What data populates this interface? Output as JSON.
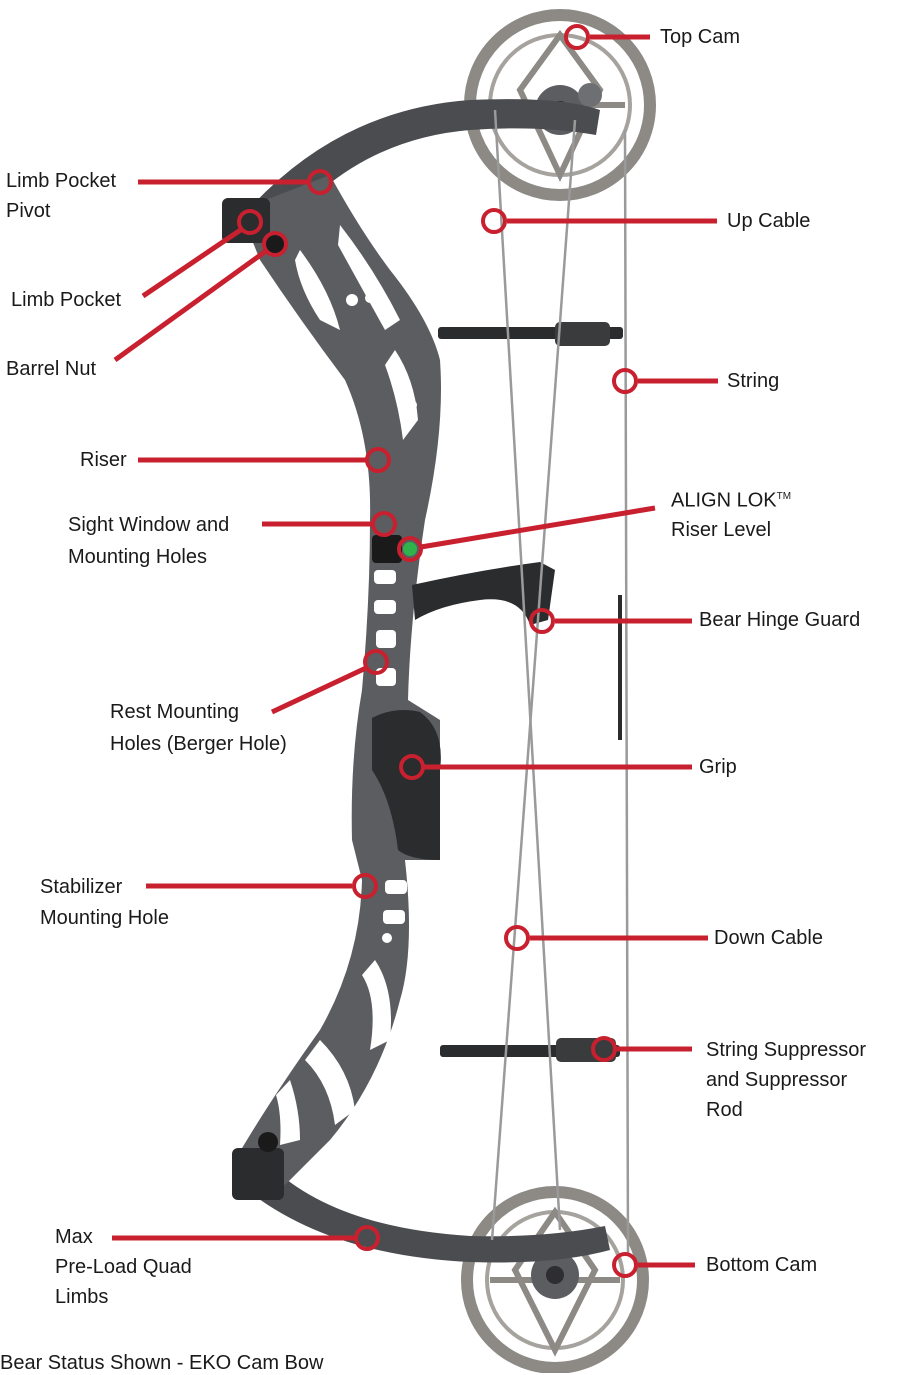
{
  "colors": {
    "accent": "#c8202f",
    "riser": "#5b5d60",
    "riser_dark": "#3a3b3d",
    "cam": "#8d8a86",
    "string": "#9a9a9a"
  },
  "labels": {
    "top_cam": "Top Cam",
    "limb_pocket_pivot_1": "Limb Pocket",
    "limb_pocket_pivot_2": "Pivot",
    "up_cable": "Up Cable",
    "limb_pocket": "Limb Pocket",
    "barrel_nut": "Barrel Nut",
    "string": "String",
    "riser": "Riser",
    "align_lok_1": "ALIGN LOK",
    "align_lok_tm": "TM",
    "align_lok_2": "Riser Level",
    "sight_window_1": "Sight Window and",
    "sight_window_2": "Mounting Holes",
    "bear_hinge_guard": "Bear Hinge Guard",
    "rest_mounting_1": "Rest Mounting",
    "rest_mounting_2": "Holes (Berger Hole)",
    "grip": "Grip",
    "stabilizer_1": "Stabilizer",
    "stabilizer_2": "Mounting Hole",
    "down_cable": "Down Cable",
    "suppressor_1": "String Suppressor",
    "suppressor_2": "and Suppressor",
    "suppressor_3": "Rod",
    "max_limbs_1": "Max",
    "max_limbs_2": "Pre-Load Quad",
    "max_limbs_3": "Limbs",
    "bottom_cam": "Bottom Cam"
  },
  "caption": "Bear Status Shown - EKO Cam Bow"
}
